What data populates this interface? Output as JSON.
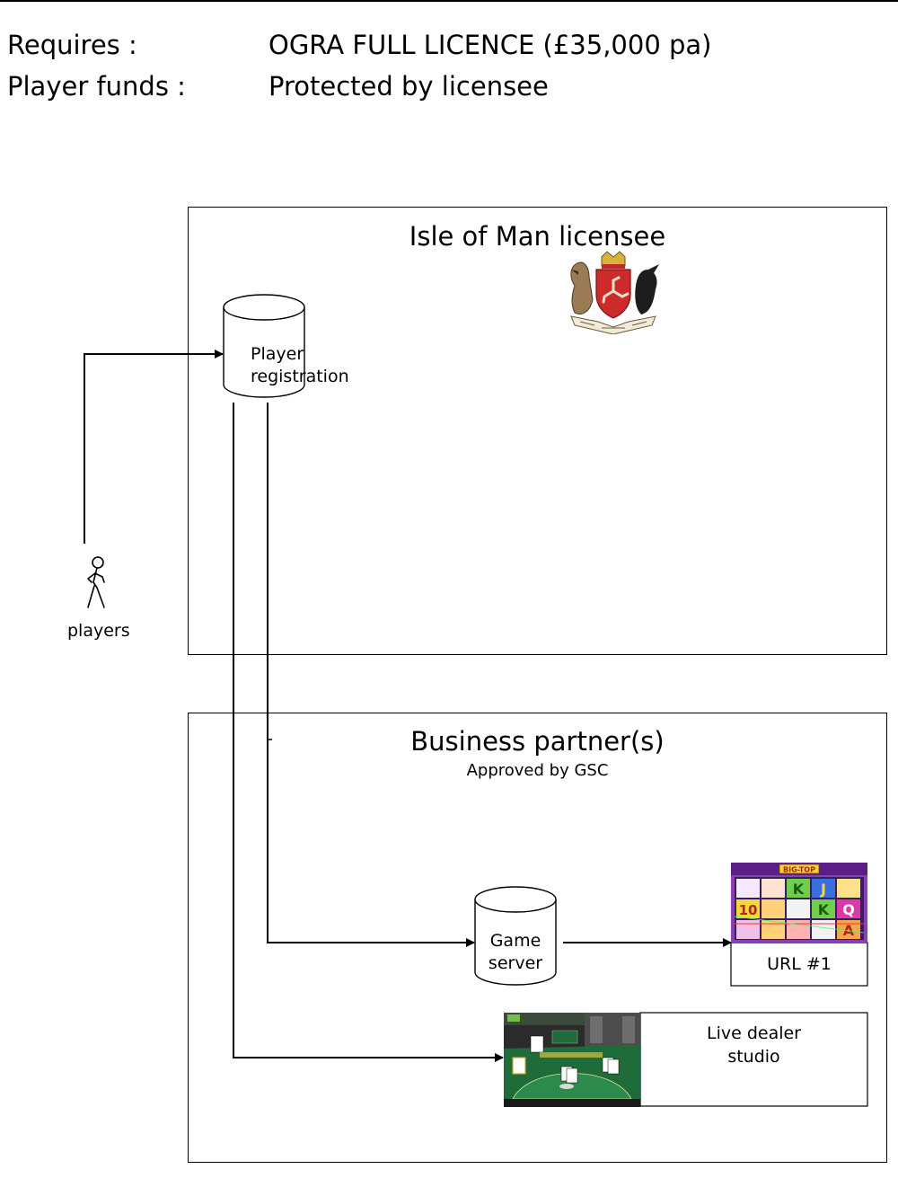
{
  "header": {
    "requires_label": "Requires :",
    "requires_value": "OGRA FULL LICENCE (£35,000 pa)",
    "funds_label": "Player funds :",
    "funds_value": "Protected by licensee"
  },
  "licensee_box": {
    "title": "Isle of Man licensee",
    "database_label_line1": "Player",
    "database_label_line2": "registration"
  },
  "players": {
    "label": "players"
  },
  "partner_box": {
    "title": "Business partner(s)",
    "subtitle": "Approved by GSC",
    "game_server_line1": "Game",
    "game_server_line2": "server",
    "url_label": "URL #1",
    "slot_banner": "BIG-TOP",
    "live_dealer_line1": "Live dealer",
    "live_dealer_line2": "studio"
  },
  "icons": {
    "coat_of_arms": "isle-of-man-coat-of-arms-icon",
    "player": "stick-figure-player-icon",
    "database": "database-cylinder-icon",
    "slot_game": "slot-machine-screenshot",
    "blackjack": "blackjack-table-screenshot"
  },
  "colors": {
    "line": "#000000",
    "arms_red": "#cc2b2b",
    "slot_purple": "#8a3fb6",
    "table_green": "#1f6b3a"
  }
}
